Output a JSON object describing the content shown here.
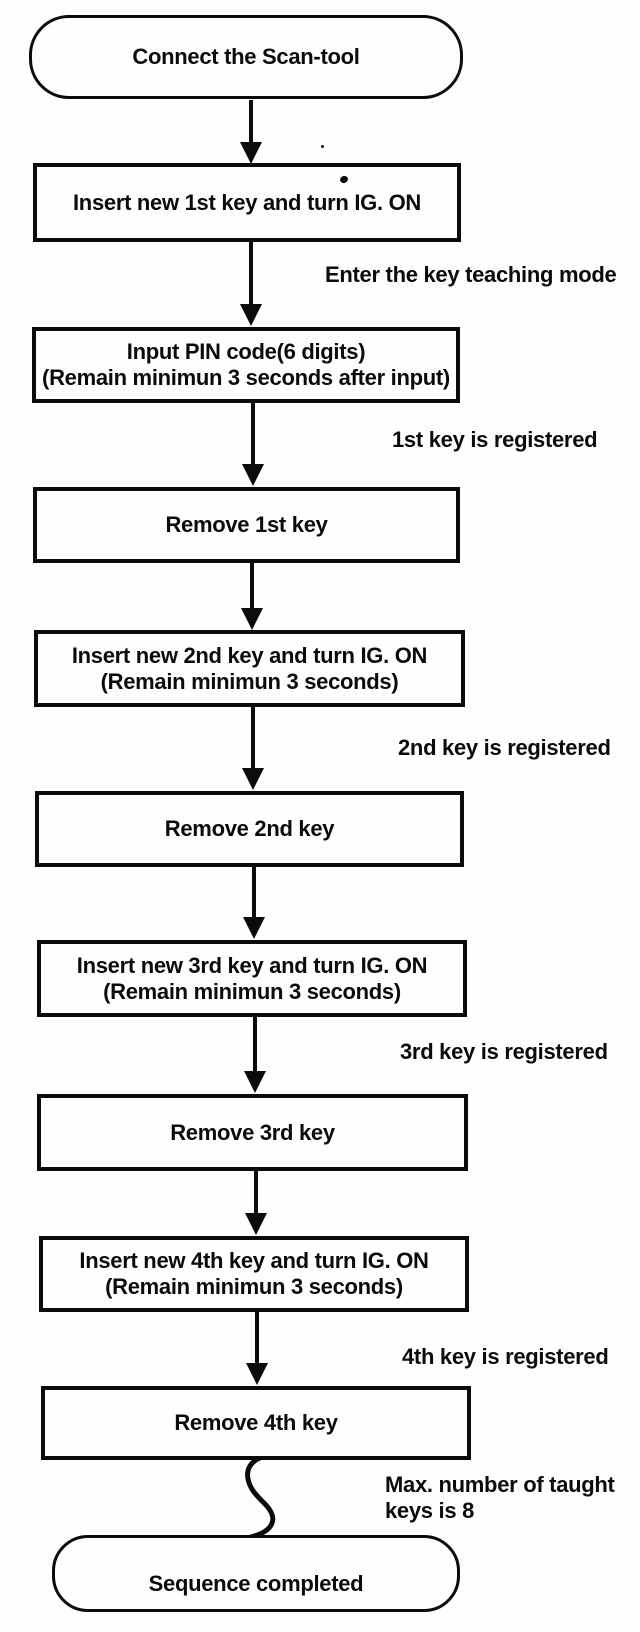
{
  "colors": {
    "ink": "#0b0b0b",
    "paper": "#fefefe"
  },
  "flowchart": {
    "nodes": {
      "start": {
        "label": "Connect the Scan-tool"
      },
      "insert1": {
        "label": "Insert new 1st key and turn IG. ON"
      },
      "pin": {
        "line1": "Input PIN code(6 digits)",
        "line2": "(Remain minimun 3 seconds after input)"
      },
      "remove1": {
        "label": "Remove 1st key"
      },
      "insert2": {
        "line1": "Insert new 2nd key and turn IG. ON",
        "line2": "(Remain minimun 3 seconds)"
      },
      "remove2": {
        "label": "Remove 2nd key"
      },
      "insert3": {
        "line1": "Insert new 3rd key and turn IG. ON",
        "line2": "(Remain minimun 3 seconds)"
      },
      "remove3": {
        "label": "Remove 3rd key"
      },
      "insert4": {
        "line1": "Insert new 4th key and turn IG. ON",
        "line2": "(Remain minimun 3 seconds)"
      },
      "remove4": {
        "label": "Remove 4th key"
      },
      "end": {
        "label": "Sequence completed"
      }
    },
    "annotations": {
      "enter_teaching_mode": "Enter the key teaching mode",
      "key1_registered": "1st key is registered",
      "key2_registered": "2nd key is registered",
      "key3_registered": "3rd key is registered",
      "key4_registered": "4th key is registered",
      "max_keys_line1": "Max. number of taught",
      "max_keys_line2": "keys is 8"
    }
  }
}
